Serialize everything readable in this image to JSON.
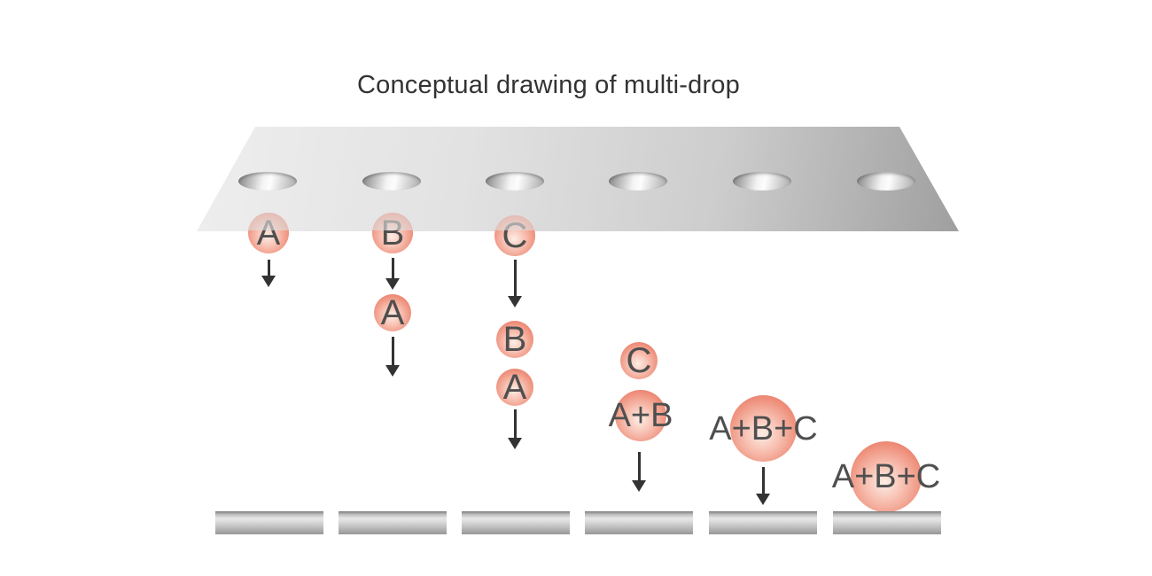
{
  "title": "Conceptual drawing of multi-drop",
  "plate": {
    "hole_count": 6
  },
  "drops": [
    {
      "label": "A",
      "position": "at nozzle, column 1"
    },
    {
      "label": "B",
      "position": "at nozzle, column 2"
    },
    {
      "label": "A",
      "position": "falling, column 2"
    },
    {
      "label": "C",
      "position": "at nozzle, column 3"
    },
    {
      "label": "B",
      "position": "falling, column 3"
    },
    {
      "label": "A",
      "position": "falling, column 3"
    },
    {
      "label": "C",
      "position": "falling, column 4"
    },
    {
      "label": "A+B",
      "position": "merged, column 4"
    },
    {
      "label": "A+B+C",
      "position": "merged falling, column 5"
    },
    {
      "label": "A+B+C",
      "position": "landed on substrate, column 6"
    }
  ],
  "substrate_count": 6,
  "colors": {
    "background": "#ffffff",
    "title_text": "#333333",
    "drop_edge": "#e4614f",
    "drop_highlight": "#fdeee6",
    "drop_label": "#4f4f4f",
    "arrow": "#333333",
    "plate_light": "#eeeeee",
    "plate_dark": "#9f9f9f",
    "substrate_gray": "#979797"
  }
}
